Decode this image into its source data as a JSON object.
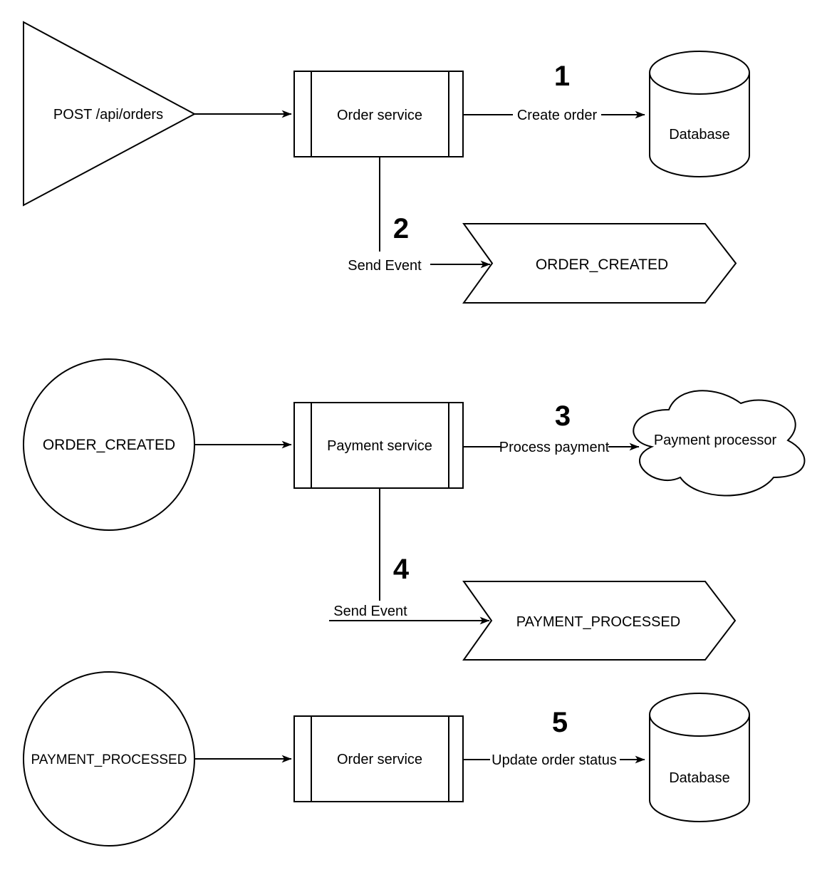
{
  "diagram": {
    "background_color": "#ffffff",
    "line_color": "#000000",
    "step_number_color": "#df3a26",
    "nodes": {
      "api_request": {
        "shape": "triangle",
        "label": "POST /api/orders"
      },
      "order_service_top": {
        "shape": "process",
        "label": "Order service"
      },
      "database_top": {
        "shape": "cylinder",
        "label": "Database"
      },
      "order_created_event": {
        "shape": "step-arrow",
        "label": "ORDER_CREATED"
      },
      "order_created_trigger": {
        "shape": "circle",
        "label": "ORDER_CREATED"
      },
      "payment_service": {
        "shape": "process",
        "label": "Payment service"
      },
      "payment_processor": {
        "shape": "cloud",
        "label": "Payment processor"
      },
      "payment_processed_event": {
        "shape": "step-arrow",
        "label": "PAYMENT_PROCESSED"
      },
      "payment_processed_trigger": {
        "shape": "circle",
        "label": "PAYMENT_PROCESSED"
      },
      "order_service_bottom": {
        "shape": "process",
        "label": "Order service"
      },
      "database_bottom": {
        "shape": "cylinder",
        "label": "Database"
      }
    },
    "edges": {
      "create_order": {
        "step": "1",
        "label": "Create order"
      },
      "send_event_1": {
        "step": "2",
        "label": "Send Event"
      },
      "process_payment": {
        "step": "3",
        "label": "Process payment"
      },
      "send_event_2": {
        "step": "4",
        "label": "Send Event"
      },
      "update_order_status": {
        "step": "5",
        "label": "Update order status"
      }
    }
  }
}
